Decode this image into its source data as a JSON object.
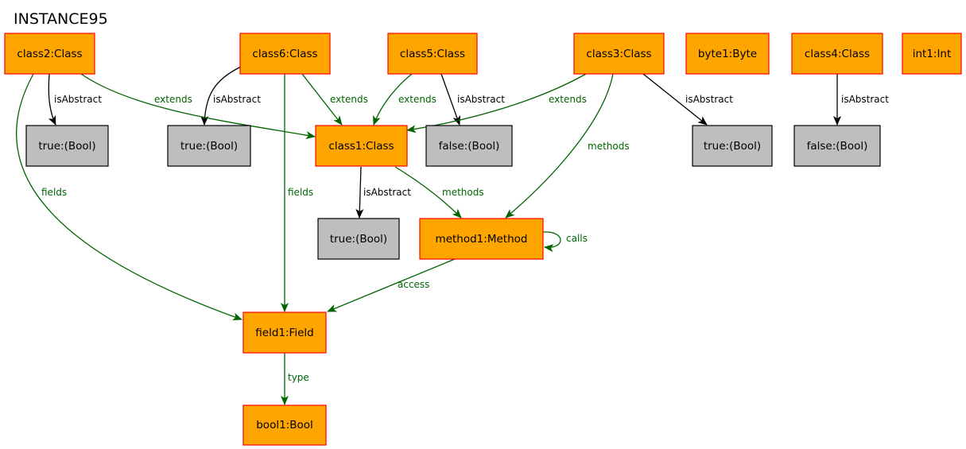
{
  "title": "INSTANCE95",
  "colors": {
    "object_fill": "#ffa500",
    "object_border": "#ff0000",
    "value_fill": "#bebebe",
    "value_border": "#000000",
    "reference_edge": "#006400",
    "attribute_edge": "#000000"
  },
  "nodes": {
    "class2": {
      "label": "class2:Class",
      "kind": "object"
    },
    "class6": {
      "label": "class6:Class",
      "kind": "object"
    },
    "class5": {
      "label": "class5:Class",
      "kind": "object"
    },
    "class3": {
      "label": "class3:Class",
      "kind": "object"
    },
    "byte1": {
      "label": "byte1:Byte",
      "kind": "object"
    },
    "class4": {
      "label": "class4:Class",
      "kind": "object"
    },
    "int1": {
      "label": "int1:Int",
      "kind": "object"
    },
    "class1": {
      "label": "class1:Class",
      "kind": "object"
    },
    "method1": {
      "label": "method1:Method",
      "kind": "object"
    },
    "field1": {
      "label": "field1:Field",
      "kind": "object"
    },
    "bool1": {
      "label": "bool1:Bool",
      "kind": "object"
    },
    "v_class2": {
      "label": "true:(Bool)",
      "kind": "value"
    },
    "v_class6": {
      "label": "true:(Bool)",
      "kind": "value"
    },
    "v_class5": {
      "label": "false:(Bool)",
      "kind": "value"
    },
    "v_class3": {
      "label": "true:(Bool)",
      "kind": "value"
    },
    "v_class4": {
      "label": "false:(Bool)",
      "kind": "value"
    },
    "v_class1": {
      "label": "true:(Bool)",
      "kind": "value"
    }
  },
  "edges": {
    "class2_isAbstract": {
      "from": "class2",
      "to": "v_class2",
      "label": "isAbstract",
      "kind": "attribute"
    },
    "class6_isAbstract": {
      "from": "class6",
      "to": "v_class6",
      "label": "isAbstract",
      "kind": "attribute"
    },
    "class5_isAbstract": {
      "from": "class5",
      "to": "v_class5",
      "label": "isAbstract",
      "kind": "attribute"
    },
    "class3_isAbstract": {
      "from": "class3",
      "to": "v_class3",
      "label": "isAbstract",
      "kind": "attribute"
    },
    "class4_isAbstract": {
      "from": "class4",
      "to": "v_class4",
      "label": "isAbstract",
      "kind": "attribute"
    },
    "class1_isAbstract": {
      "from": "class1",
      "to": "v_class1",
      "label": "isAbstract",
      "kind": "attribute"
    },
    "class2_extends": {
      "from": "class2",
      "to": "class1",
      "label": "extends",
      "kind": "reference"
    },
    "class6_extends": {
      "from": "class6",
      "to": "class1",
      "label": "extends",
      "kind": "reference"
    },
    "class5_extends": {
      "from": "class5",
      "to": "class1",
      "label": "extends",
      "kind": "reference"
    },
    "class3_extends": {
      "from": "class3",
      "to": "class1",
      "label": "extends",
      "kind": "reference"
    },
    "class3_methods": {
      "from": "class3",
      "to": "method1",
      "label": "methods",
      "kind": "reference"
    },
    "class1_methods": {
      "from": "class1",
      "to": "method1",
      "label": "methods",
      "kind": "reference"
    },
    "method1_calls": {
      "from": "method1",
      "to": "method1",
      "label": "calls",
      "kind": "reference"
    },
    "method1_access": {
      "from": "method1",
      "to": "field1",
      "label": "access",
      "kind": "reference"
    },
    "class2_fields": {
      "from": "class2",
      "to": "field1",
      "label": "fields",
      "kind": "reference"
    },
    "class6_fields": {
      "from": "class6",
      "to": "field1",
      "label": "fields",
      "kind": "reference"
    },
    "field1_type": {
      "from": "field1",
      "to": "bool1",
      "label": "type",
      "kind": "reference"
    }
  }
}
